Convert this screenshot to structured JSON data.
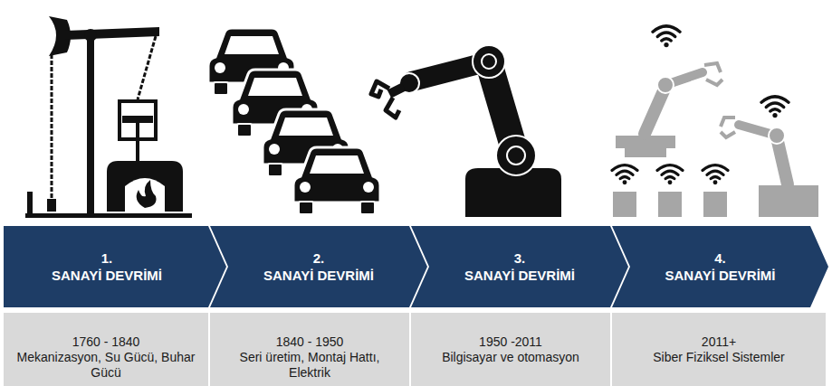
{
  "diagram": {
    "nodes": [
      {
        "text": [
          "1.",
          "SANAYİ DEVRİMİ"
        ]
      },
      {
        "text": [
          "2.",
          "SANAYİ DEVRİMİ"
        ]
      },
      {
        "text": [
          "3.",
          "SANAYİ DEVRİMİ"
        ]
      },
      {
        "text": [
          "4.",
          "SANAYİ DEVRİMİ"
        ]
      },
      {
        "text": [
          "1760 - 1840",
          "Mekanizasyon, Su Gücü, Buhar Gücü"
        ]
      },
      {
        "text": [
          "1840 - 1950",
          "Seri üretim, Montaj Hattı, Elektrik"
        ]
      },
      {
        "text": [
          "1950 -2011",
          "Bilgisayar ve otomasyon"
        ]
      },
      {
        "text": [
          "2011+",
          "Siber Fiziksel Sistemler"
        ]
      }
    ]
  }
}
